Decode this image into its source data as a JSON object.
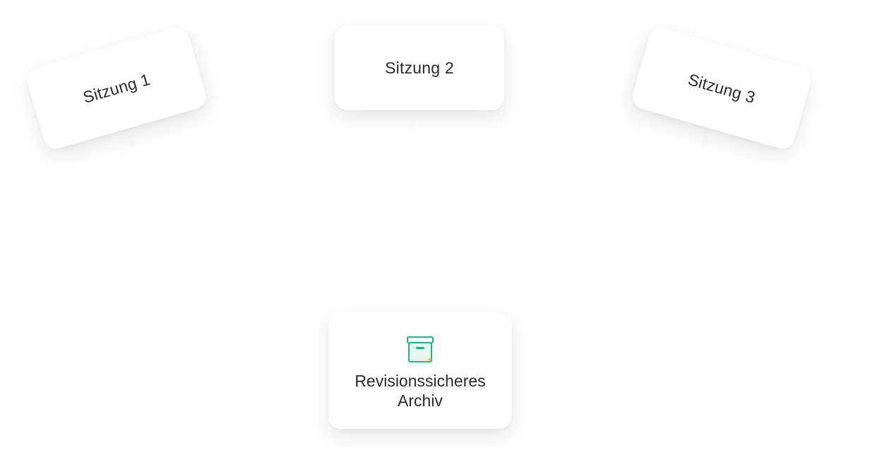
{
  "sessions": [
    {
      "label": "Sitzung 1"
    },
    {
      "label": "Sitzung 2"
    },
    {
      "label": "Sitzung 3"
    }
  ],
  "archive": {
    "line1": "Revisionssicheres",
    "line2": "Archiv",
    "icon": "archive-box-icon"
  },
  "colors": {
    "accent": "#1fb38a",
    "accent_light": "#e6f6ef",
    "highlight": "#f0d24a",
    "text": "#2b2b2b",
    "card_bg": "#ffffff"
  }
}
